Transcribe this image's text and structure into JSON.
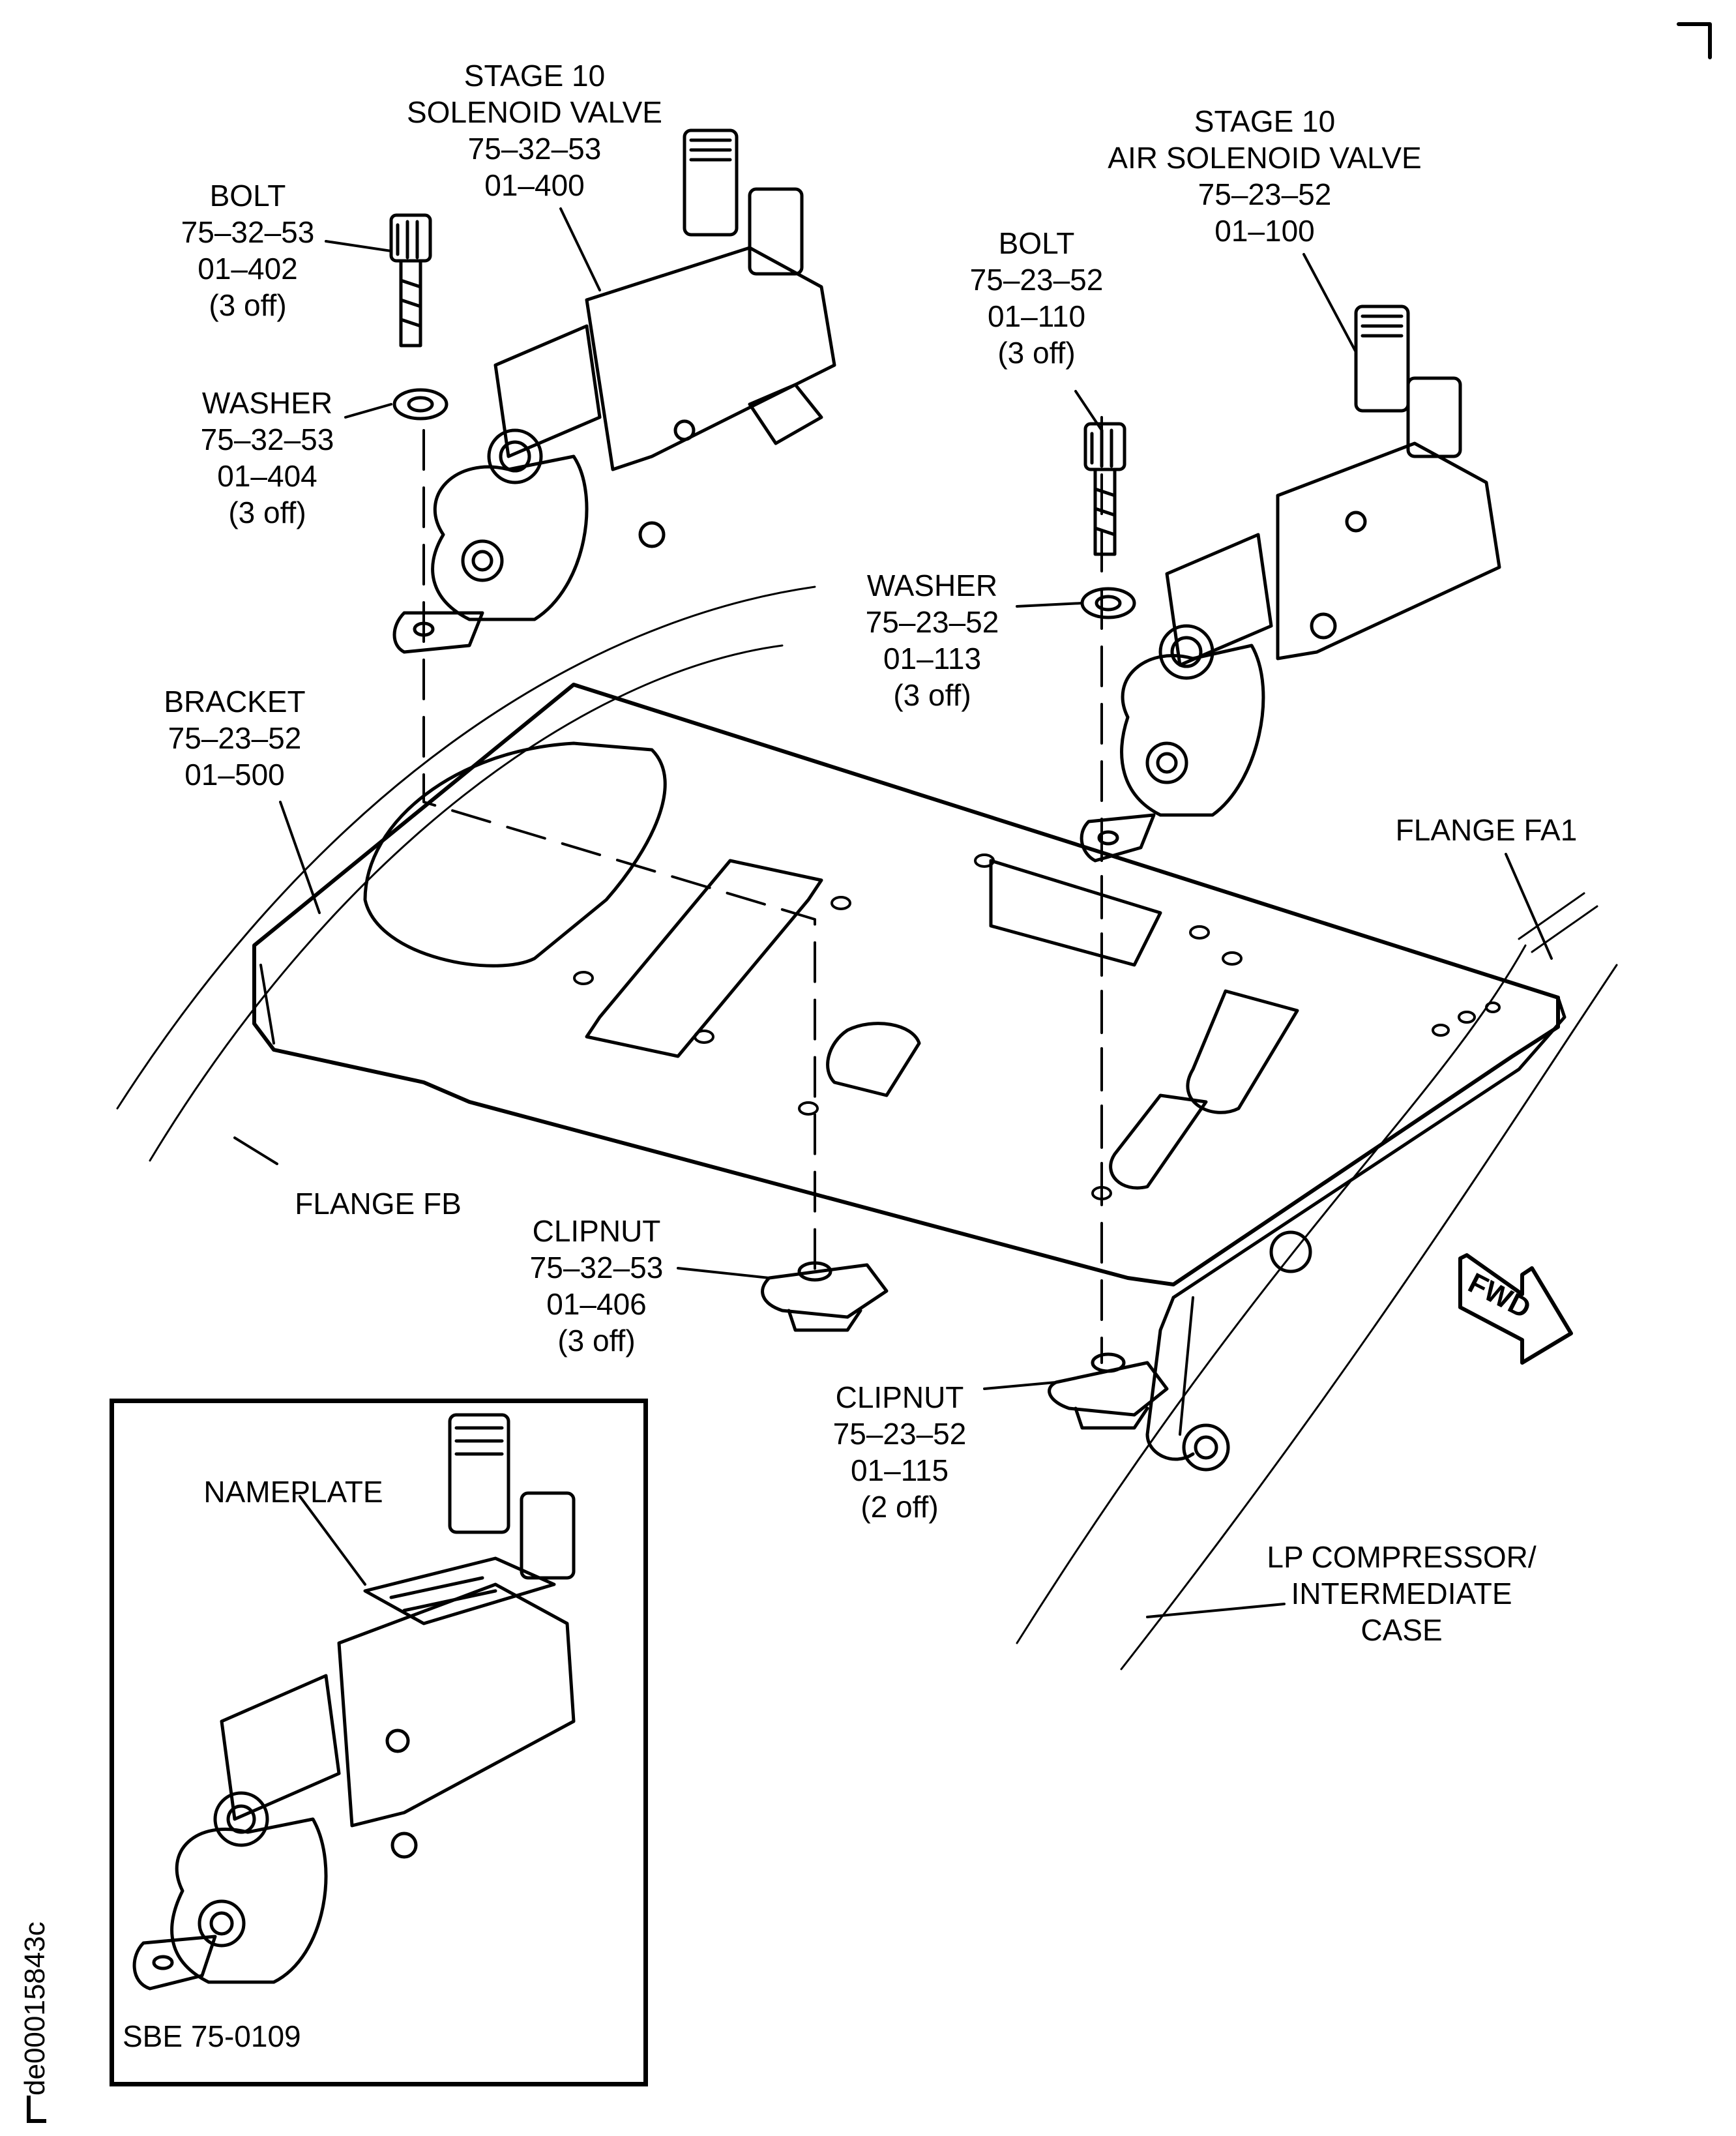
{
  "figure": {
    "document_id": "de00015843c",
    "inset_reference": "SBE 75-0109",
    "forward_indicator": "FWD"
  },
  "callouts": {
    "stage10_solenoid_valve": {
      "lines": [
        "STAGE 10",
        "SOLENOID VALVE",
        "75–32–53",
        "01–400"
      ]
    },
    "stage10_air_solenoid_valve": {
      "lines": [
        "STAGE 10",
        "AIR SOLENOID VALVE",
        "75–23–52",
        "01–100"
      ]
    },
    "bolt_left": {
      "lines": [
        "BOLT",
        "75–32–53",
        "01–402",
        "(3 off)"
      ]
    },
    "washer_left": {
      "lines": [
        "WASHER",
        "75–32–53",
        "01–404",
        "(3 off)"
      ]
    },
    "bolt_right": {
      "lines": [
        "BOLT",
        "75–23–52",
        "01–110",
        "(3 off)"
      ]
    },
    "washer_right": {
      "lines": [
        "WASHER",
        "75–23–52",
        "01–113",
        "(3 off)"
      ]
    },
    "bracket": {
      "lines": [
        "BRACKET",
        "75–23–52",
        "01–500"
      ]
    },
    "flange_fa1": {
      "lines": [
        "FLANGE FA1"
      ]
    },
    "flange_fb": {
      "lines": [
        "FLANGE FB"
      ]
    },
    "clipnut_left": {
      "lines": [
        "CLIPNUT",
        "75–32–53",
        "01–406",
        "(3 off)"
      ]
    },
    "clipnut_right": {
      "lines": [
        "CLIPNUT",
        "75–23–52",
        "01–115",
        "(2 off)"
      ]
    },
    "lp_compressor_case": {
      "lines": [
        "LP COMPRESSOR/",
        "INTERMEDIATE",
        "CASE"
      ]
    },
    "nameplate": {
      "lines": [
        "NAMEPLATE"
      ]
    }
  }
}
